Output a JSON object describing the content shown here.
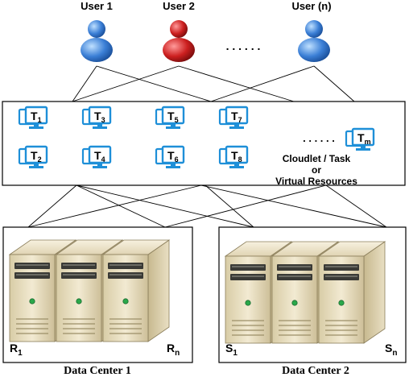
{
  "users": [
    {
      "label": "User 1",
      "color": "#3b7fd6"
    },
    {
      "label": "User 2",
      "color": "#cc1f1f"
    },
    {
      "label": "User (n)",
      "color": "#3b7fd6"
    }
  ],
  "users_ellipsis": ". . . . . .",
  "tasks": {
    "items": [
      {
        "main": "T",
        "sub": "1"
      },
      {
        "main": "T",
        "sub": "2"
      },
      {
        "main": "T",
        "sub": "3"
      },
      {
        "main": "T",
        "sub": "4"
      },
      {
        "main": "T",
        "sub": "5"
      },
      {
        "main": "T",
        "sub": "6"
      },
      {
        "main": "T",
        "sub": "7"
      },
      {
        "main": "T",
        "sub": "8"
      },
      {
        "main": "T",
        "sub": "m"
      }
    ],
    "ellipsis": ". . . . . .",
    "caption_lines": [
      "Cloudlet / Task",
      "or",
      "Virtual Resources"
    ]
  },
  "data_centers": [
    {
      "title": "Data Center 1",
      "left_label": {
        "main": "R",
        "sub": "1"
      },
      "right_label": {
        "main": "R",
        "sub": "n"
      }
    },
    {
      "title": "Data Center 2",
      "left_label": {
        "main": "S",
        "sub": "1"
      },
      "right_label": {
        "main": "S",
        "sub": "n"
      }
    }
  ],
  "colors": {
    "monitor": "#1e8fd8",
    "server_body": "#e6dcc0",
    "line": "#000000"
  }
}
